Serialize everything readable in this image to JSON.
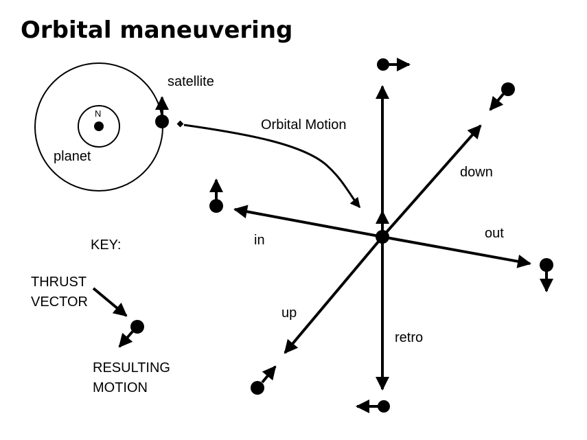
{
  "title": "Orbital maneuvering",
  "labels": {
    "satellite": "satellite",
    "planet": "planet",
    "north": "N",
    "orbital_motion": "Orbital Motion",
    "in": "in",
    "out": "out",
    "down": "down",
    "up": "up",
    "retro": "retro",
    "key": "KEY:",
    "thrust_vector_1": "THRUST",
    "thrust_vector_2": "VECTOR",
    "resulting_motion_1": "RESULTING",
    "resulting_motion_2": "MOTION"
  }
}
